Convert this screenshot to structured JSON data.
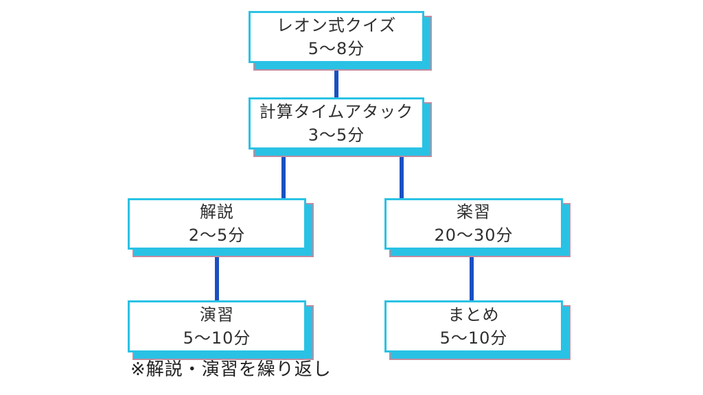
{
  "colors": {
    "box_border": "#29c2e4",
    "box_shadow_fill": "#29c2e4",
    "box_shadow_outline": "#c18ca0",
    "connector": "#1a50c2",
    "text": "#2f2f2f",
    "background": "#ffffff"
  },
  "diagram": {
    "type": "flowchart",
    "nodes": [
      {
        "id": "leon-quiz",
        "title": "レオン式クイズ",
        "duration": "5〜8分"
      },
      {
        "id": "time-attack",
        "title": "計算タイムアタック",
        "duration": "3〜5分"
      },
      {
        "id": "kaisetsu",
        "title": "解説",
        "duration": "2〜5分"
      },
      {
        "id": "gakushu",
        "title": "楽習",
        "duration": "20〜30分"
      },
      {
        "id": "enshu",
        "title": "演習",
        "duration": "5〜10分"
      },
      {
        "id": "matome",
        "title": "まとめ",
        "duration": "5〜10分"
      }
    ],
    "edges": [
      {
        "from": "leon-quiz",
        "to": "time-attack"
      },
      {
        "from": "time-attack",
        "to": "kaisetsu"
      },
      {
        "from": "time-attack",
        "to": "gakushu"
      },
      {
        "from": "kaisetsu",
        "to": "enshu"
      },
      {
        "from": "gakushu",
        "to": "matome"
      }
    ],
    "note": "※解説・演習を繰り返し"
  }
}
